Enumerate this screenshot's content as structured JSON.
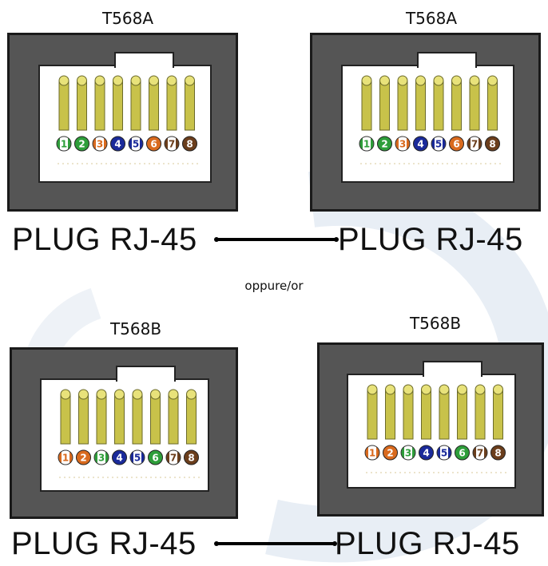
{
  "top": {
    "left_label": "T568A",
    "right_label": "T568A",
    "left_plug_text": "PLUG RJ-45",
    "right_plug_text": "PLUG RJ-45",
    "left_colors": [
      "stripe-green",
      "green",
      "stripe-orange",
      "blue",
      "stripe-blue",
      "orange",
      "stripe-brown",
      "brown"
    ],
    "right_colors": [
      "stripe-green",
      "green",
      "stripe-orange",
      "blue",
      "stripe-blue",
      "orange",
      "stripe-brown",
      "brown"
    ]
  },
  "separator": "oppure/or",
  "bottom": {
    "left_label": "T568B",
    "right_label": "T568B",
    "left_plug_text": "PLUG RJ-45",
    "right_plug_text": "PLUG RJ-45",
    "left_colors": [
      "stripe-orange",
      "orange",
      "stripe-green",
      "blue",
      "stripe-blue",
      "green",
      "stripe-brown",
      "brown"
    ],
    "right_colors": [
      "stripe-orange",
      "orange",
      "stripe-green",
      "blue",
      "stripe-blue",
      "green",
      "stripe-brown",
      "brown"
    ]
  },
  "pin_numbers": [
    "1",
    "2",
    "3",
    "4",
    "5",
    "6",
    "7",
    "8"
  ],
  "palette": {
    "green": "#2e9e3a",
    "orange": "#d96a1e",
    "blue": "#1a2a9a",
    "brown": "#6b3e1c",
    "pin_gold": "#c8c24a",
    "plug_gray": "#555555"
  }
}
